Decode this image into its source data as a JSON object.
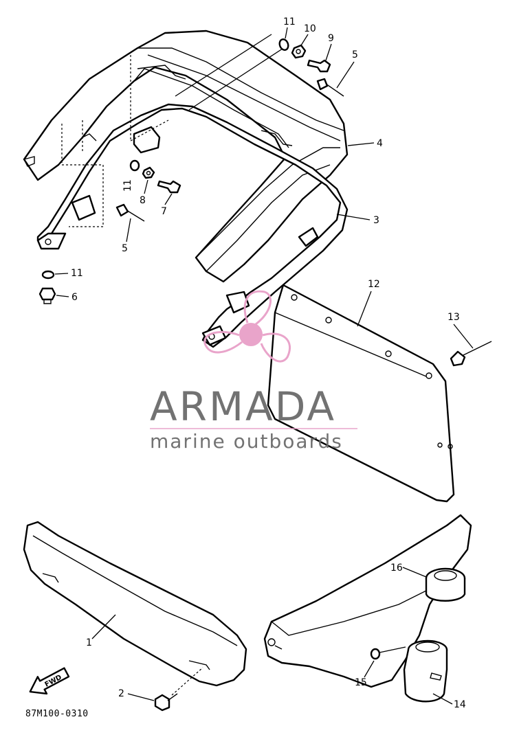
{
  "diagram_code": "87M100-0310",
  "fwd_label": "FWD",
  "watermark": {
    "brand": "ARMADA",
    "tagline": "marine outboards",
    "brand_color": "#6b6b6b",
    "accent_color": "#e8a0c8"
  },
  "callouts": {
    "c1": "1",
    "c2": "2",
    "c3": "3",
    "c4": "4",
    "c5a": "5",
    "c5b": "5",
    "c6": "6",
    "c7": "7",
    "c8": "8",
    "c9": "9",
    "c10": "10",
    "c11a": "11",
    "c11b": "11",
    "c11c": "11",
    "c12": "12",
    "c13": "13",
    "c14": "14",
    "c15": "15",
    "c16": "16"
  }
}
